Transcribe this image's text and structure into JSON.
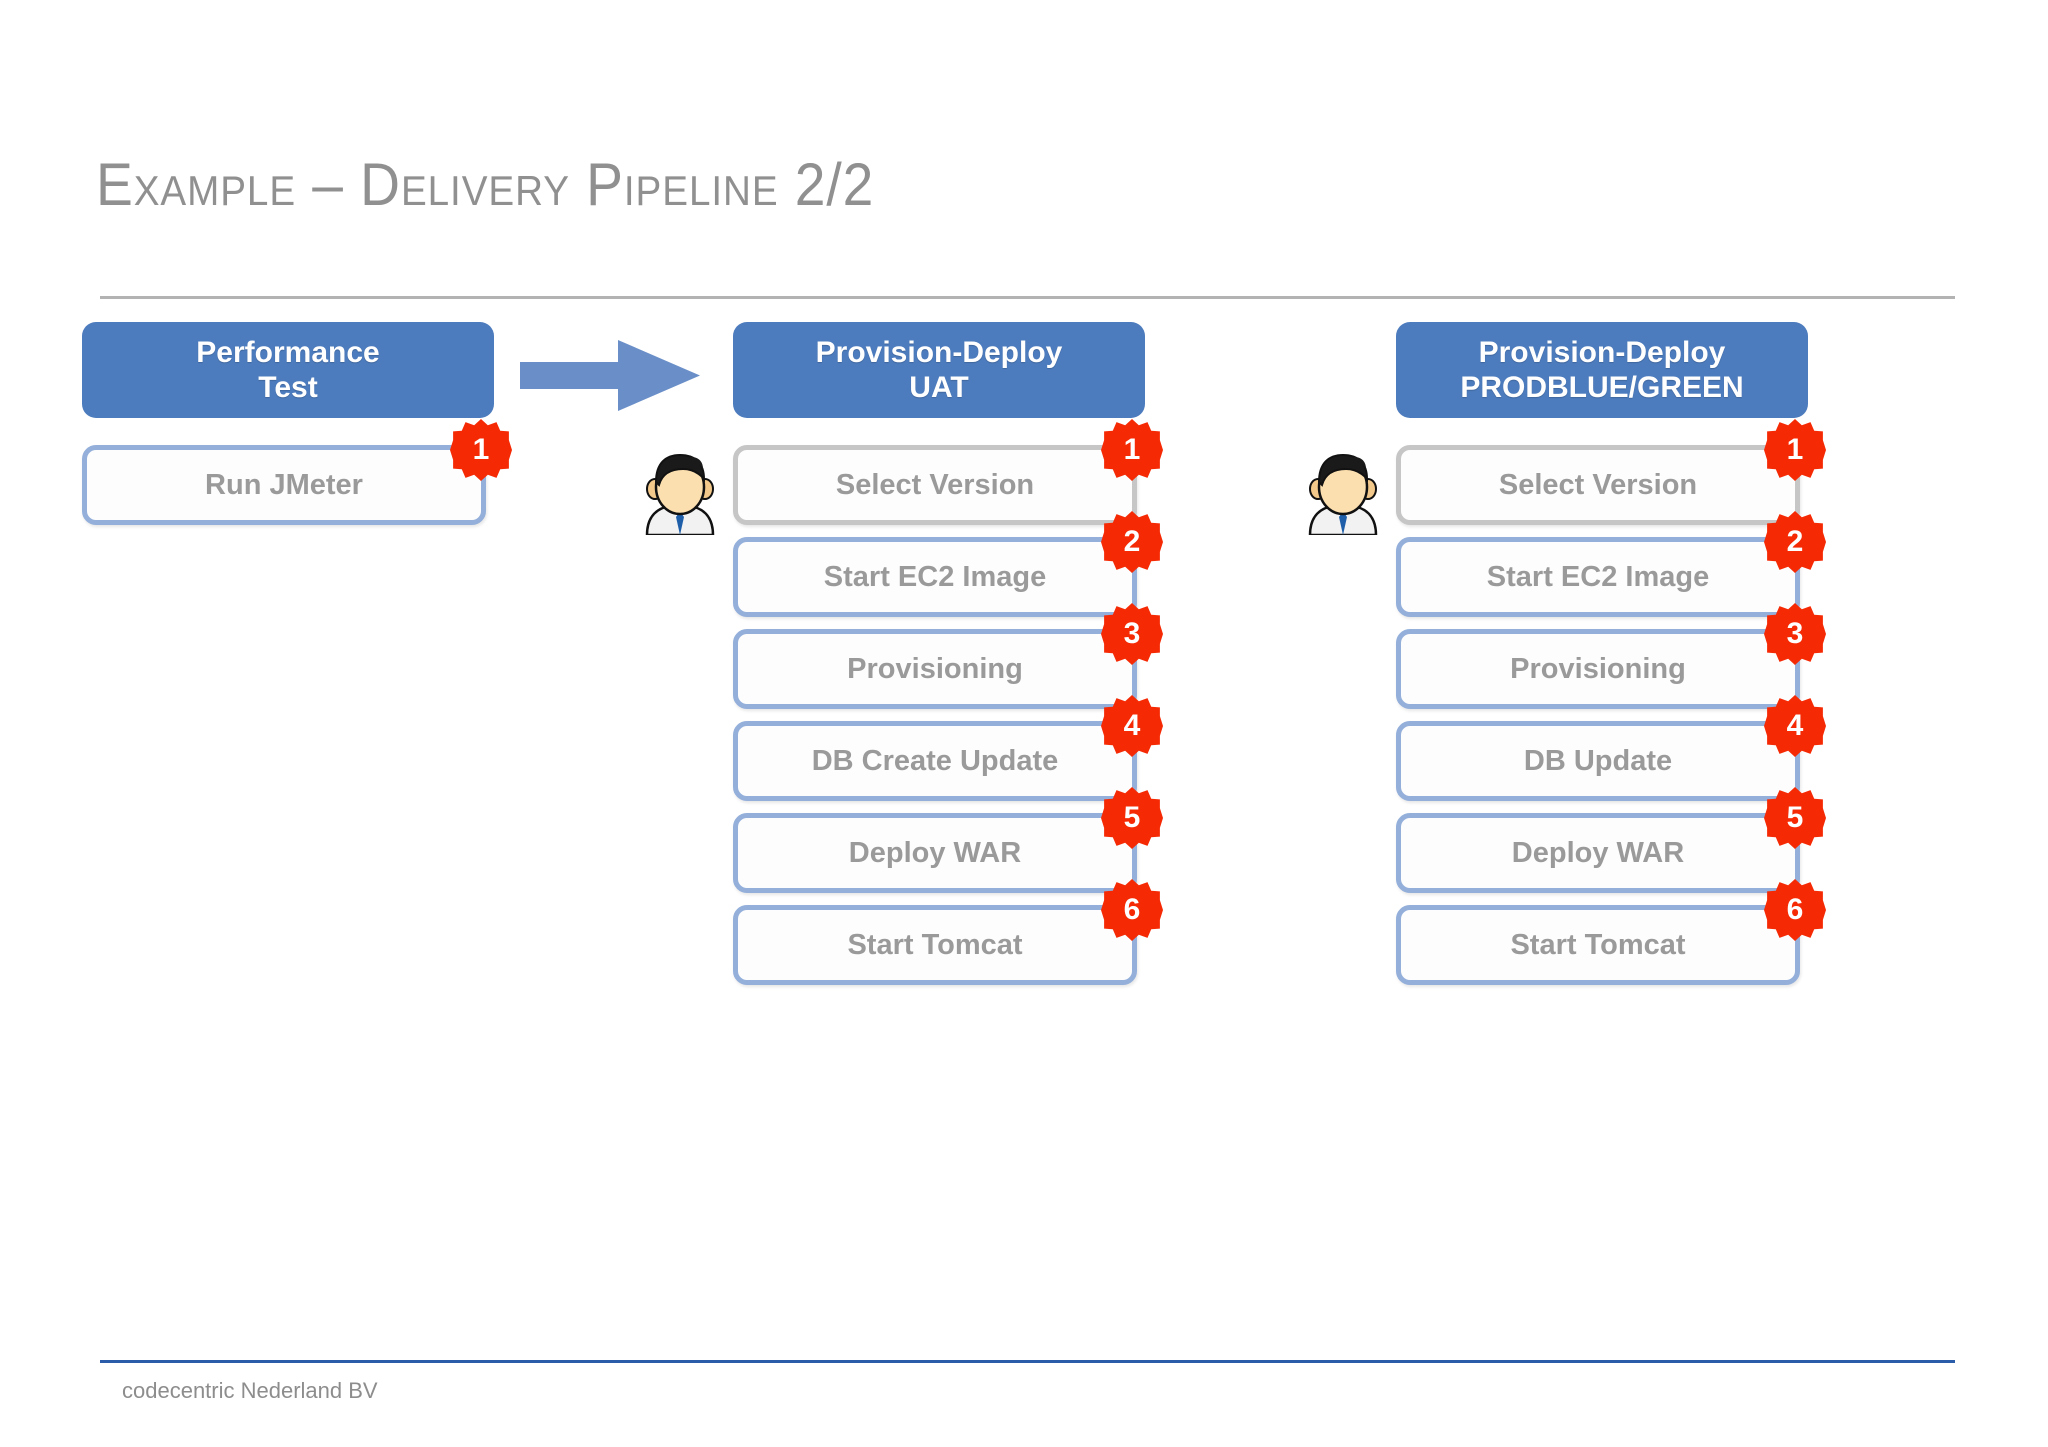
{
  "slide": {
    "title": "Example – Delivery Pipeline 2/2",
    "footer": "codecentric Nederland BV"
  },
  "colors": {
    "header_blue": "#4d7cbe",
    "box_border_blue": "#93afda",
    "box_border_gray": "#c6c6c6",
    "badge_red": "#f52a05",
    "step_text_gray": "#9a9a9a",
    "title_gray": "#909090",
    "footer_rule_blue": "#2a5caa",
    "title_rule_gray": "#b3b3b3",
    "arrow_blue": "#6a8fc8"
  },
  "icons": {
    "arrow": "right-arrow-icon",
    "person": "businessman-icon"
  },
  "columns": [
    {
      "id": "performance-test",
      "header_lines": [
        "Performance",
        "Test"
      ],
      "has_person": false,
      "steps": [
        {
          "label": "Run JMeter",
          "badge": "1",
          "border": "blue"
        }
      ]
    },
    {
      "id": "provision-deploy-uat",
      "header_lines": [
        "Provision-Deploy",
        "UAT"
      ],
      "has_person": true,
      "steps": [
        {
          "label": "Select Version",
          "badge": "1",
          "border": "gray"
        },
        {
          "label": "Start EC2 Image",
          "badge": "2",
          "border": "blue"
        },
        {
          "label": "Provisioning",
          "badge": "3",
          "border": "blue"
        },
        {
          "label": "DB Create Update",
          "badge": "4",
          "border": "blue"
        },
        {
          "label": "Deploy WAR",
          "badge": "5",
          "border": "blue"
        },
        {
          "label": "Start Tomcat",
          "badge": "6",
          "border": "blue"
        }
      ]
    },
    {
      "id": "provision-deploy-prodblue-green",
      "header_lines": [
        "Provision-Deploy",
        "PRODBLUE/GREEN"
      ],
      "has_person": true,
      "steps": [
        {
          "label": "Select Version",
          "badge": "1",
          "border": "gray"
        },
        {
          "label": "Start EC2 Image",
          "badge": "2",
          "border": "blue"
        },
        {
          "label": "Provisioning",
          "badge": "3",
          "border": "blue"
        },
        {
          "label": "DB Update",
          "badge": "4",
          "border": "blue"
        },
        {
          "label": "Deploy WAR",
          "badge": "5",
          "border": "blue"
        },
        {
          "label": "Start Tomcat",
          "badge": "6",
          "border": "blue"
        }
      ]
    }
  ]
}
